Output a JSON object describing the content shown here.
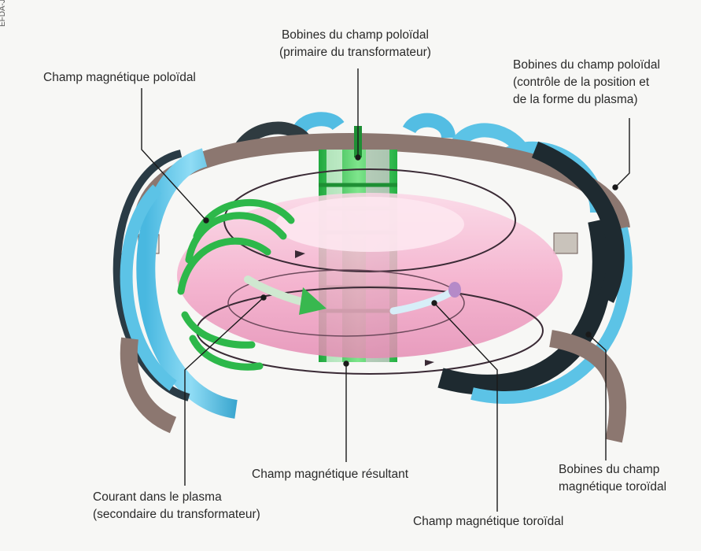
{
  "credit": "EFDA-JET",
  "labels": {
    "poloidal_field": "Champ magnétique poloïdal",
    "central_coil": [
      "Bobines du champ poloïdal",
      "(primaire du transformateur)"
    ],
    "outer_coils": [
      "Bobines du champ poloïdal",
      "(contrôle de la position et",
      "de la forme du plasma)"
    ],
    "plasma_current": [
      "Courant dans le plasma",
      "(secondaire du transformateur)"
    ],
    "resultant_field": "Champ magnétique résultant",
    "toroidal_coils": [
      "Bobines du champ",
      "magnétique toroïdal"
    ],
    "toroidal_field": "Champ magnétique toroïdal"
  },
  "colors": {
    "toroidal_coil": "#5cc3e6",
    "toroidal_coil_dark": "#1e2a30",
    "poloidal_ring": "#8c7770",
    "plasma": "#f6b9d3",
    "central_solenoid": "#3fce5b",
    "arrow_green": "#2db84a"
  }
}
